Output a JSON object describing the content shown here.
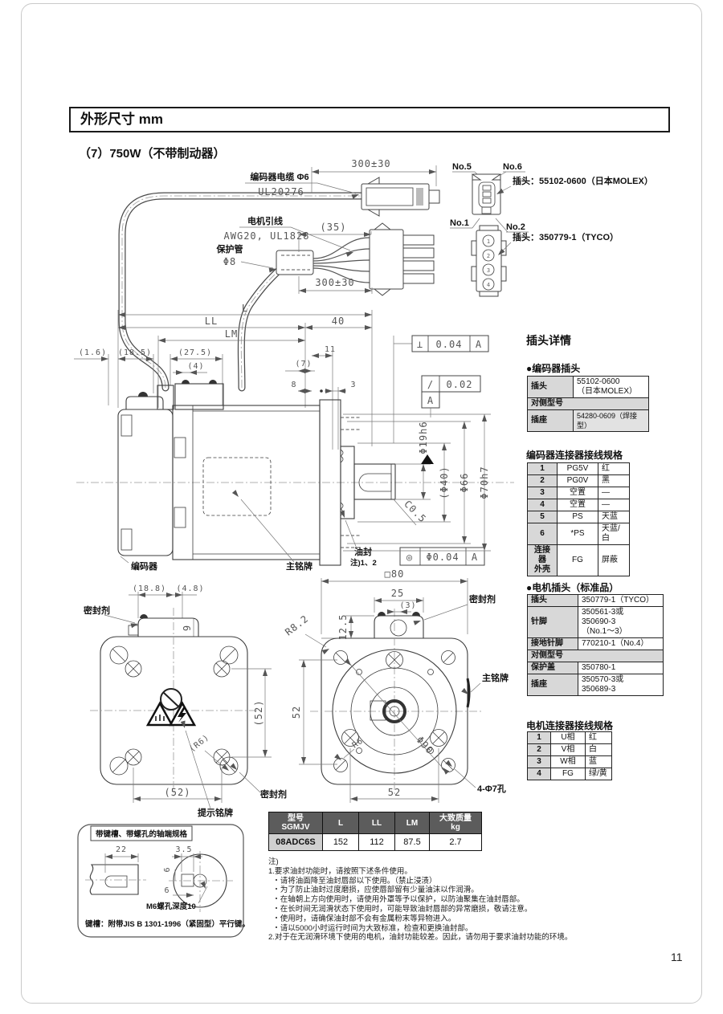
{
  "page": {
    "title": "外形尺寸 mm",
    "subtitle": "（7）750W（不带制动器）",
    "page_number": "11"
  },
  "drawing": {
    "cable": {
      "dim_top": "300±30",
      "encoder_cable": "编码器电缆 Φ6",
      "encoder_cable_spec": "UL20276",
      "motor_lead": "电机引线",
      "motor_lead_spec": "AWG20, UL1828",
      "dim_35": "(35)",
      "protect_tube": "保护管",
      "protect_tube_dia": "Φ8",
      "dim_bottom": "300±30"
    },
    "conn": {
      "no5": "No.5",
      "no6": "No.6",
      "no1": "No.1",
      "no2": "No.2",
      "encoder_plug": "插头：55102-0600（日本MOLEX）",
      "motor_plug": "插头：350779-1（TYCO）"
    },
    "dims": {
      "L": "L",
      "LL": "LL",
      "LM": "LM",
      "d40": "40",
      "d1_6": "(1.6)",
      "d18_5": "(18.5)",
      "d27_5": "(27.5)",
      "d4": "(4)",
      "d7": "(7)",
      "d11": "11",
      "d8": "8",
      "d3": "3"
    },
    "tol": {
      "perp_sym": "⊥",
      "perp_val": "0.04",
      "perp_ref": "A",
      "flat_sym": "/",
      "flat_val": "0.02",
      "flat_ref": "A",
      "conc_sym": "◎",
      "conc_val": "Φ0.04",
      "conc_ref": "A"
    },
    "shaft": {
      "d19": "Φ19h6",
      "d40": "(Φ40)",
      "d66": "Φ66",
      "d70": "Φ70h7",
      "c05": "C0.5",
      "oil_seal": "油封",
      "oil_note": "注)1、2"
    },
    "side": {
      "encoder": "编码器",
      "nameplate": "主铭牌"
    },
    "rear": {
      "d18_8": "(18.8)",
      "d4_8": "(4.8)",
      "d9": "9",
      "seal_top": "密封剂",
      "d52r": "(52)",
      "r6": "(R6)",
      "d52b": "(52)",
      "seal_br": "密封剂",
      "warn_plate": "提示铭牌"
    },
    "front": {
      "d80": "□80",
      "d25": "25",
      "d3": "(3)",
      "seal": "密封剂",
      "r82": "R8.2",
      "d12_5": "12.5",
      "d52l": "52",
      "nameplate": "主铭牌",
      "r6": "R6",
      "d90": "Φ90",
      "holes": "4-Φ7孔",
      "d52b": "52"
    },
    "shaft_box": {
      "title": "带键槽、带螺孔的轴端规格",
      "d22": "22",
      "d3_5": "3.5",
      "d6v": "6",
      "d6h": "6",
      "m6": "M6螺孔深度10",
      "note": "键槽：附带JIS B 1301-1996（紧固型）平行键。"
    }
  },
  "plug_details": {
    "heading": "插头详情",
    "encoder_plug": {
      "heading": "●编码器插头",
      "plug_label": "插头",
      "plug_value": "55102-0600\n（日本MOLEX）",
      "side_label": "对侧型号",
      "socket_label": "插座",
      "socket_value": "54280-0609（焊接型）"
    },
    "encoder_wiring": {
      "heading": "编码器连接器接线规格",
      "rows": [
        [
          "1",
          "PG5V",
          "红"
        ],
        [
          "2",
          "PG0V",
          "黑"
        ],
        [
          "3",
          "空置",
          "—"
        ],
        [
          "4",
          "空置",
          "—"
        ],
        [
          "5",
          "PS",
          "天蓝"
        ],
        [
          "6",
          "*PS",
          "天蓝/白"
        ],
        [
          "连接器\n外壳",
          "FG",
          "屏蔽"
        ]
      ]
    },
    "motor_plug": {
      "heading": "●电机插头（标准品）",
      "plug_label": "插头",
      "plug_value": "350779-1（TYCO）",
      "pin_label": "针脚",
      "pin_value": "350561-3或\n350690-3\n（No.1～3）",
      "gnd_label": "接地针脚",
      "gnd_value": "770210-1（No.4）",
      "side_label": "对侧型号",
      "cover_label": "保护盖",
      "cover_value": "350780-1",
      "socket_label": "插座",
      "socket_value": "350570-3或\n350689-3"
    },
    "motor_wiring": {
      "heading": "电机连接器接线规格",
      "rows": [
        [
          "1",
          "U相",
          "红"
        ],
        [
          "2",
          "V相",
          "白"
        ],
        [
          "3",
          "W相",
          "蓝"
        ],
        [
          "4",
          "FG",
          "绿/黄"
        ]
      ]
    }
  },
  "spec_table": {
    "headers": [
      "型号\nSGMJV",
      "L",
      "LL",
      "LM",
      "大致质量\nkg"
    ],
    "row": [
      "08ADC6S",
      "152",
      "112",
      "87.5",
      "2.7"
    ]
  },
  "notes": {
    "text": "注)\n1.要求油封功能时，请按照下述条件使用。\n  ・请将油面降至油封唇部以下使用。（禁止浸渍）\n  ・为了防止油封过度磨损，应使唇部留有少量油沫以作润滑。\n  ・在轴朝上方向使用时，请使用外罩等予以保护，以防油聚集在油封唇部。\n  ・在长时间无润滑状态下使用时，可能导致油封唇部的异常磨损，敬请注意。\n  ・使用时，请确保油封部不会有金属粉末等异物进入。\n  ・请以5000小时运行时间为大致标准，检查和更换油封部。\n2.对于在无润滑环境下使用的电机，油封功能较差。因此，请勿用于要求油封功能的环境。"
  }
}
